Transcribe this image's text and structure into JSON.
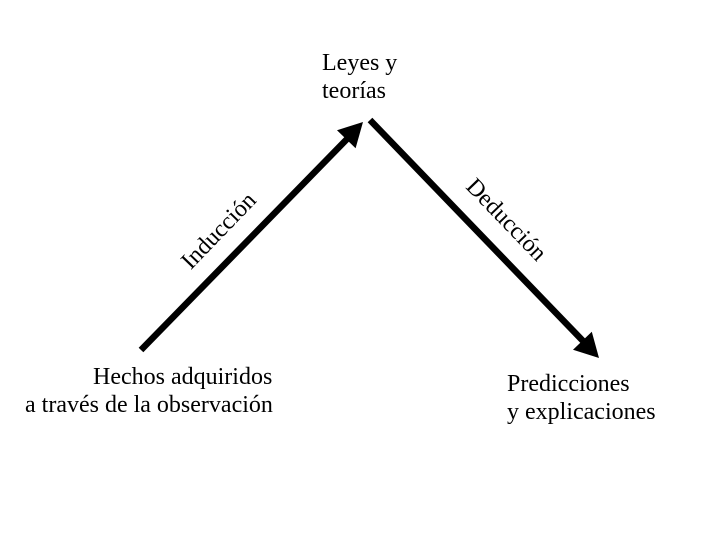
{
  "diagram": {
    "background_color": "#ffffff",
    "foreground_color": "#000000",
    "nodes": {
      "top": {
        "line1": "Leyes y",
        "line2": "teorías"
      },
      "bottom_left": {
        "line1": "Hechos adquiridos",
        "line2": "a través de la observación"
      },
      "bottom_right": {
        "line1": "Predicciones",
        "line2": "y explicaciones"
      }
    },
    "arrows": {
      "induction": {
        "label": "Inducción",
        "from": "bottom_left",
        "to": "top"
      },
      "deduction": {
        "label": "Deducción",
        "from": "top",
        "to": "bottom_right"
      }
    }
  }
}
